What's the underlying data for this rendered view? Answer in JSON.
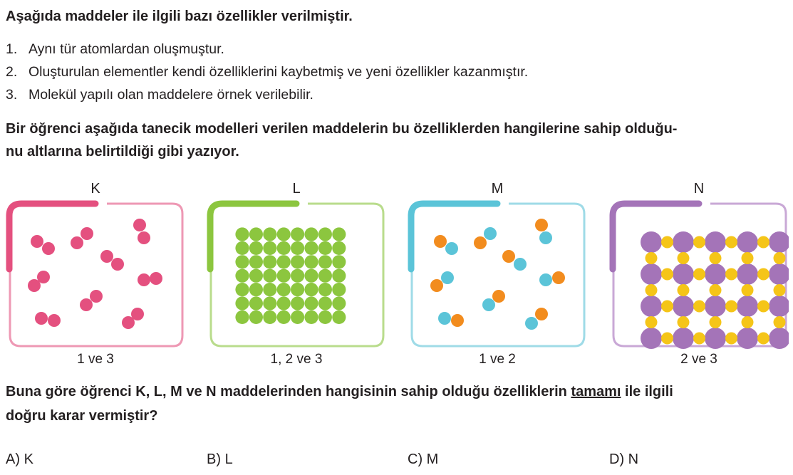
{
  "intro": "Aşağıda maddeler ile ilgili bazı özellikler verilmiştir.",
  "properties": [
    {
      "num": "1.",
      "text": "Aynı tür atomlardan oluşmuştur."
    },
    {
      "num": "2.",
      "text": "Oluşturulan elementler kendi özelliklerini kaybetmiş ve yeni özellikler kazanmıştır."
    },
    {
      "num": "3.",
      "text": "Molekül yapılı olan maddelere örnek verilebilir."
    }
  ],
  "prompt_line1": "Bir öğrenci aşağıda tanecik modelleri verilen maddelerin bu özelliklerden hangilerine sahip olduğu-",
  "prompt_line2": "nu altlarına belirtildiği gibi yazıyor.",
  "models": [
    {
      "label": "K",
      "caption": "1 ve 3",
      "color": "#e4507f",
      "light": "#ee98b4",
      "particle": "#e4507f"
    },
    {
      "label": "L",
      "caption": "1, 2 ve 3",
      "color": "#8cc63f",
      "light": "#b9dc8c",
      "particle": "#8cc63f"
    },
    {
      "label": "M",
      "caption": "1 ve 2",
      "color": "#5bc4d8",
      "light": "#9fdbe7",
      "particle_a": "#f28c1e",
      "particle_b": "#5bc4d8"
    },
    {
      "label": "N",
      "caption": "2 ve 3",
      "color": "#a474b8",
      "light": "#c9a8d6",
      "particle_a": "#a474b8",
      "particle_b": "#f5c518"
    }
  ],
  "question_pre": "Buna göre öğrenci K, L, M ve N maddelerinden hangisinin sahip olduğu özelliklerin ",
  "question_underlined": "tamamı",
  "question_post": " ile ilgili",
  "question_line2": "doğru karar vermiştir?",
  "options": [
    {
      "letter": "A)",
      "text": "K"
    },
    {
      "letter": "B)",
      "text": "L"
    },
    {
      "letter": "C)",
      "text": "M"
    },
    {
      "letter": "D)",
      "text": "N"
    }
  ]
}
